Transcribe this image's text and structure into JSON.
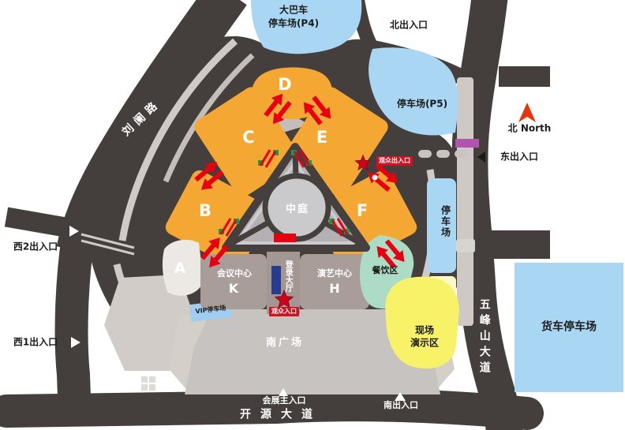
{
  "colors": {
    "road": "#443E3D",
    "walkway": "#D0CAC6",
    "plaza_gray": "#C6C3C0",
    "plaza_beige": "#D5CFCA",
    "hall_orange": "#F5A733",
    "parking_blue": "#A9D6F2",
    "building_taupe": "#A89D98",
    "hall_a_cream": "#ECE8E4",
    "dining_green": "#ACDCC5",
    "demo_yellow": "#F8F268",
    "triangle_gray": "#B3B1B3",
    "atrium_gray": "#CACACC",
    "accent_red": "#E60012",
    "gate_green": "#169B4A",
    "vip_purple": "#B055AE",
    "registration_blue": "#273B8F"
  },
  "roads": {
    "liulan": "刘阑路",
    "kaiyuan": "开源大道",
    "wufengshan": "五峰山大道"
  },
  "entrances": {
    "north": "北出入口",
    "east": "东出入口",
    "west2": "西2出入口",
    "west1": "西1出入口",
    "south": "南出入口",
    "expo_main": "会展主入口",
    "audience_in": "观众入口",
    "audience_inout": "观众出入口"
  },
  "parking": {
    "bus_line1": "大巴车",
    "bus_line2": "停车场(P4)",
    "p5": "停车场(P5)",
    "east_strip": "停车场",
    "vip": "VIP停车场",
    "truck": "货车停车场"
  },
  "halls": {
    "a": "A",
    "b": "B",
    "c": "C",
    "d": "D",
    "e": "E",
    "f": "F",
    "k": "K",
    "h": "H"
  },
  "buildings": {
    "conference": "会议中心",
    "performance": "演艺中心",
    "registration": "登录大厅",
    "atrium": "中庭"
  },
  "areas": {
    "dining": "餐饮区",
    "demo_line1": "现场",
    "demo_line2": "演示区",
    "south_plaza": "南广场"
  },
  "compass": {
    "north": "北 North"
  }
}
